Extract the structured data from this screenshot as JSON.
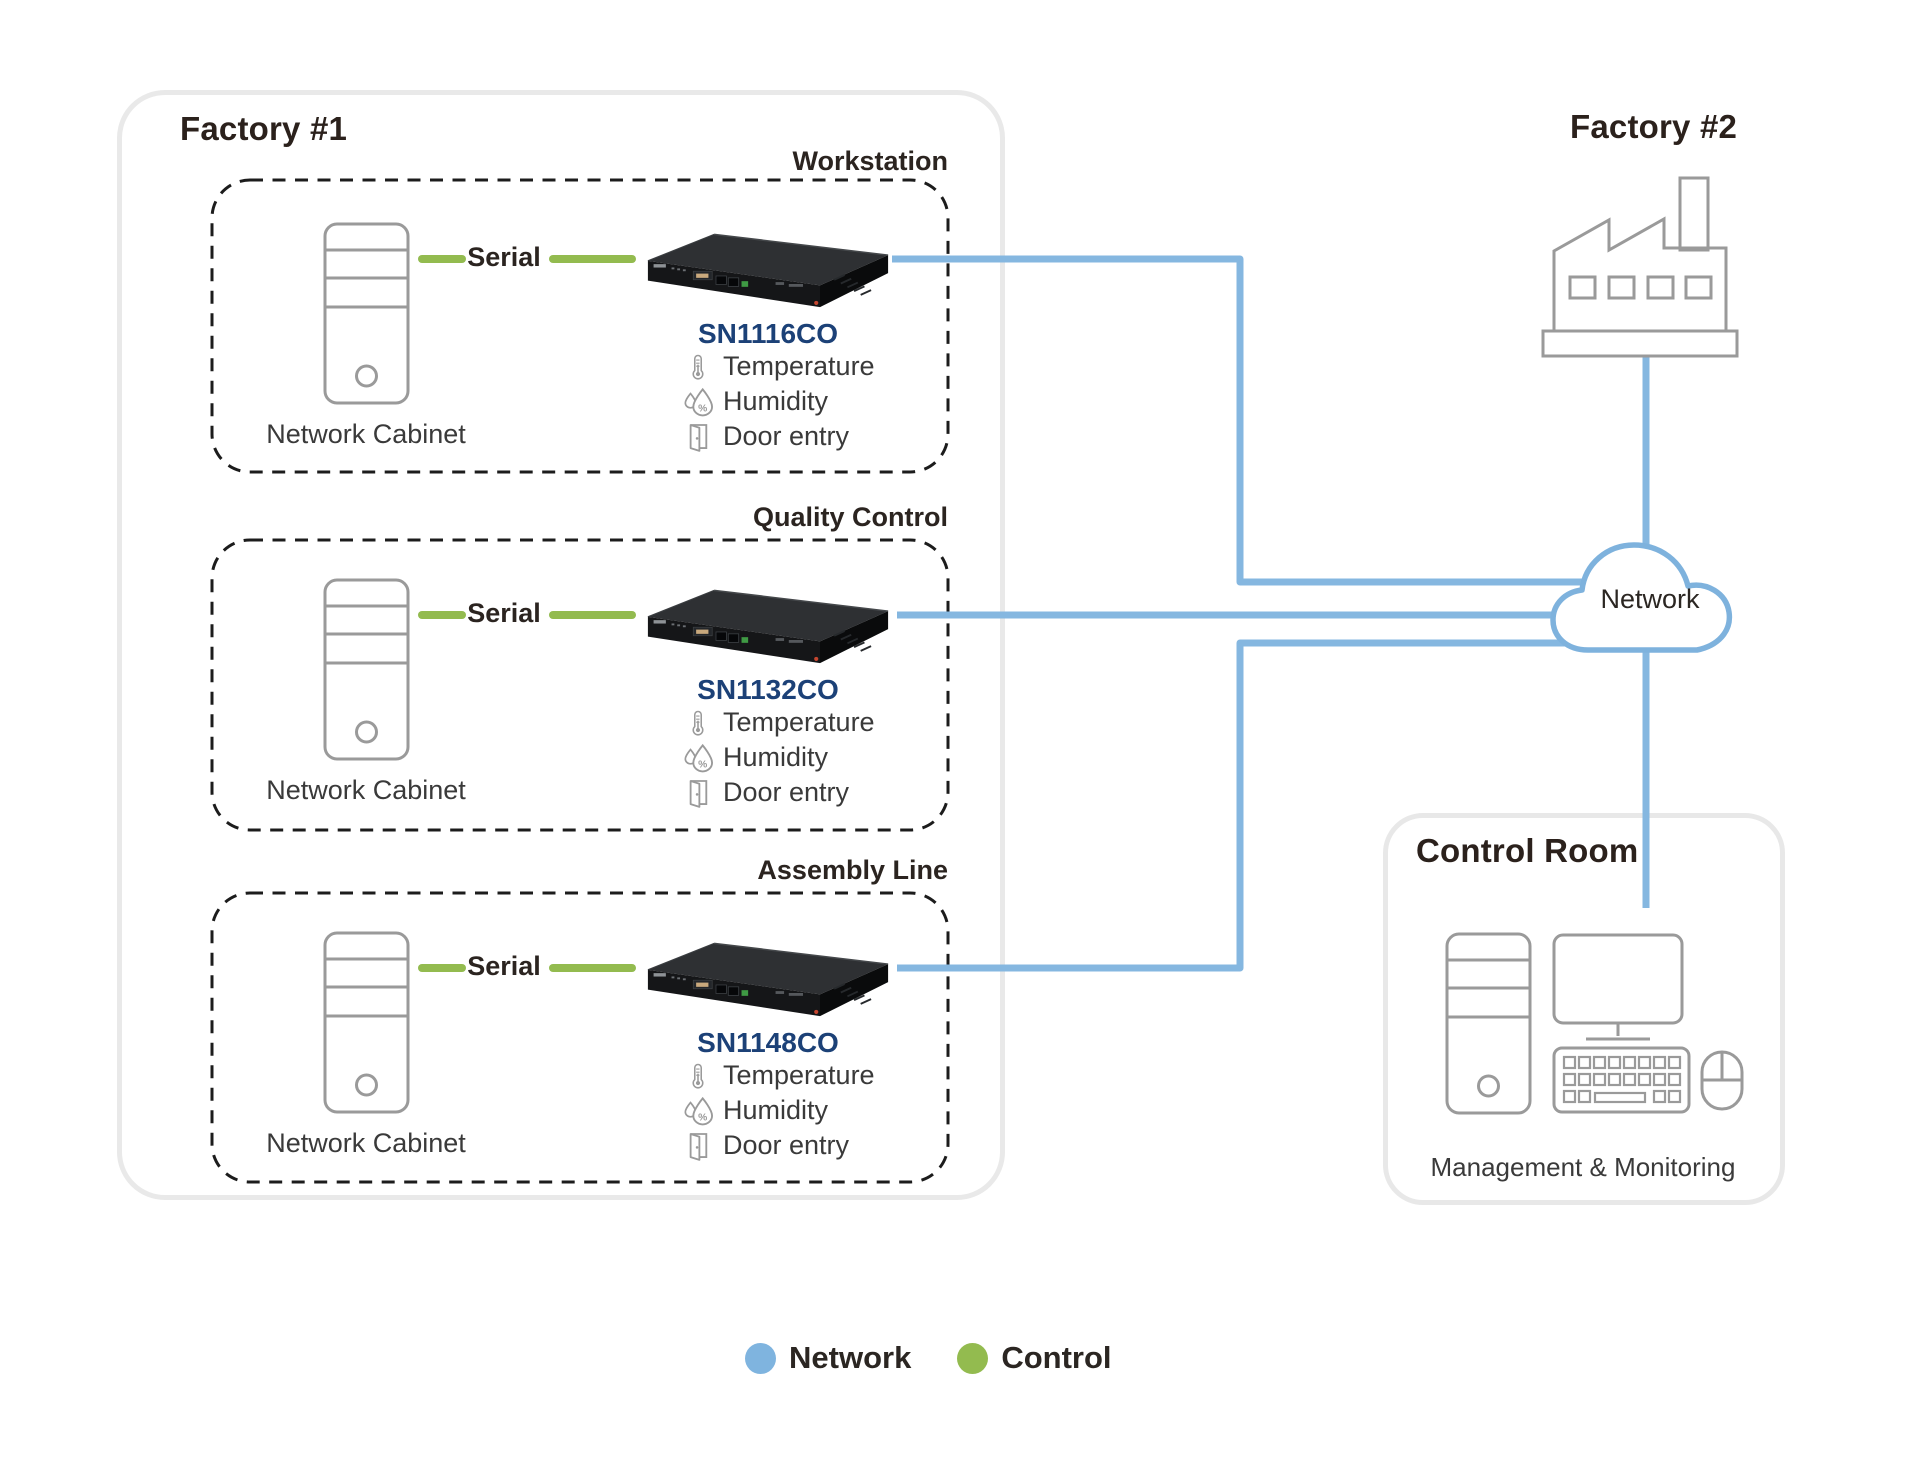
{
  "factory1": {
    "title": "Factory #1",
    "rows": [
      {
        "area": "Workstation",
        "serial": "Serial",
        "cabinet": "Network Cabinet",
        "model": "SN1116CO",
        "sensors": [
          "Temperature",
          "Humidity",
          "Door entry"
        ]
      },
      {
        "area": "Quality Control",
        "serial": "Serial",
        "cabinet": "Network Cabinet",
        "model": "SN1132CO",
        "sensors": [
          "Temperature",
          "Humidity",
          "Door entry"
        ]
      },
      {
        "area": "Assembly Line",
        "serial": "Serial",
        "cabinet": "Network Cabinet",
        "model": "SN1148CO",
        "sensors": [
          "Temperature",
          "Humidity",
          "Door entry"
        ]
      }
    ]
  },
  "factory2": {
    "title": "Factory #2"
  },
  "network_cloud": {
    "label": "Network"
  },
  "control_room": {
    "title": "Control Room",
    "caption": "Management & Monitoring"
  },
  "legend": {
    "network": "Network",
    "control": "Control"
  },
  "colors": {
    "network_line": "#85b7e0",
    "control_line": "#93bb4f",
    "model_text": "#1c4177",
    "icon_stroke": "#9a9a9a"
  }
}
